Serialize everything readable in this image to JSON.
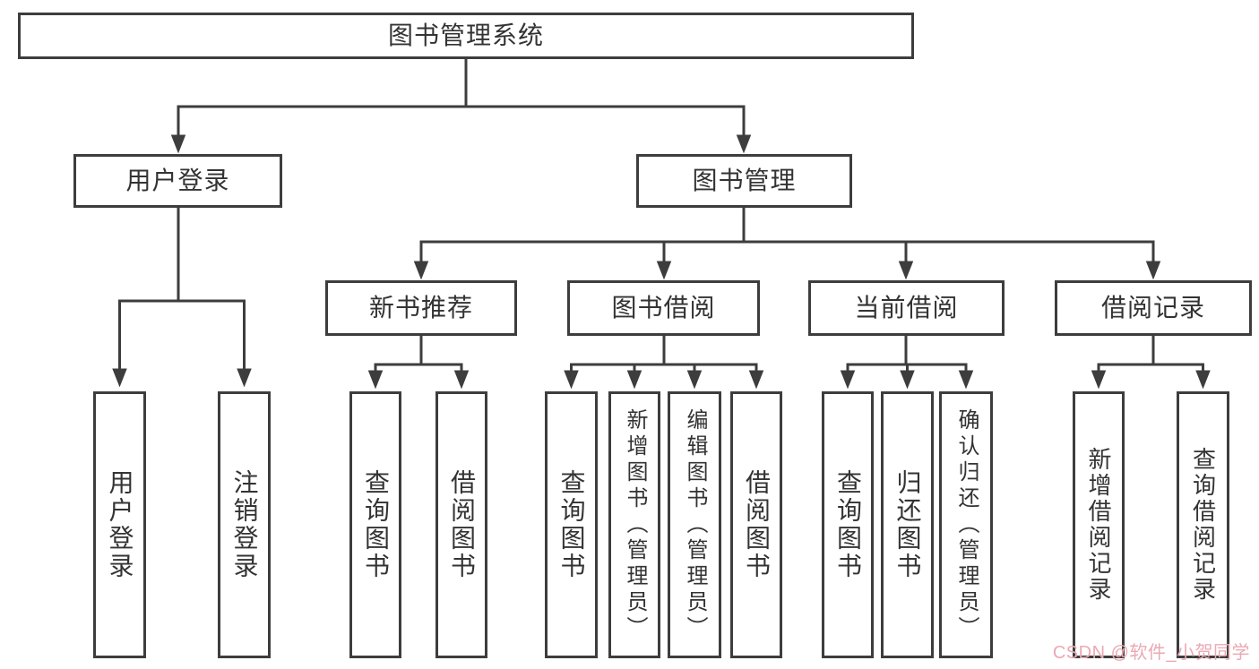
{
  "root": {
    "label": "图书管理系统"
  },
  "level1": {
    "user_login": "用户登录",
    "book_management": "图书管理"
  },
  "level2": {
    "new_book_recommend": "新书推荐",
    "book_borrow": "图书借阅",
    "current_borrow": "当前借阅",
    "borrow_record": "借阅记录"
  },
  "leaves": {
    "user_login": [
      "用户登录",
      "注销登录"
    ],
    "new_book_recommend": [
      "查询图书",
      "借阅图书"
    ],
    "book_borrow": [
      "查询图书",
      "新增图书（管理员）",
      "编辑图书（管理员）",
      "借阅图书"
    ],
    "current_borrow": [
      "查询图书",
      "归还图书",
      "确认归还（管理员）"
    ],
    "borrow_record": [
      "新增借阅记录",
      "查询借阅记录"
    ]
  },
  "watermark": {
    "text": "CSDN @软件_小贺同学"
  },
  "colors": {
    "line": "#3d3d3d",
    "text": "#333333",
    "background": "#ffffff",
    "watermark": "#eba9b4"
  }
}
